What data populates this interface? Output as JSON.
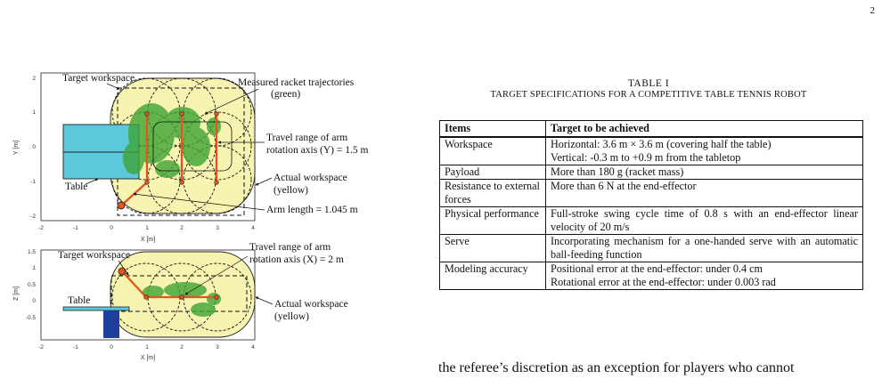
{
  "page_number": "2",
  "figure": {
    "top_plot": {
      "y_axis_label": "Y [m]",
      "x_axis_label": "X [m]",
      "x_ticks": [
        "-2",
        "-1",
        "0",
        "1",
        "2",
        "3",
        "4"
      ],
      "y_ticks": [
        "2",
        "1",
        "0",
        "-1",
        "-2"
      ],
      "annotations": {
        "target_workspace": "Target workspace",
        "measured_trajectories_1": "Measured racket trajectories",
        "measured_trajectories_2": "(green)",
        "travel_range_y_1": "Travel range of arm",
        "travel_range_y_2": "rotation axis (Y) = 1.5 m",
        "actual_workspace_1": "Actual workspace",
        "actual_workspace_2": "(yellow)",
        "table": "Table",
        "arm_length": "Arm length = 1.045 m"
      }
    },
    "bottom_plot": {
      "y_axis_label": "Z [m]",
      "x_axis_label": "X [m]",
      "x_ticks": [
        "-2",
        "-1",
        "0",
        "1",
        "2",
        "3",
        "4"
      ],
      "y_ticks": [
        "1.5",
        "1",
        "0.5",
        "0",
        "-0.5"
      ],
      "annotations": {
        "target_workspace": "Target workspace",
        "travel_range_x_1": "Travel range of arm",
        "travel_range_x_2": "rotation axis (X) = 2 m",
        "table": "Table",
        "actual_workspace_1": "Actual workspace",
        "actual_workspace_2": "(yellow)"
      }
    },
    "colors": {
      "table_fill": "#5bc8dc",
      "table_leg": "#1f3f9a",
      "workspace_fill": "#f7f3b0",
      "trajectory_green": "#3fa535",
      "arm_orange": "#e2551f"
    }
  },
  "table": {
    "number": "TABLE I",
    "title": "TARGET SPECIFICATIONS FOR A COMPETITIVE TABLE TENNIS ROBOT",
    "headers": [
      "Items",
      "Target to be achieved"
    ],
    "rows": [
      {
        "item": "Workspace",
        "lines": [
          "Horizontal: 3.6 m × 3.6 m (covering half the table)",
          "Vertical: -0.3 m to +0.9 m from the tabletop"
        ]
      },
      {
        "item": "Payload",
        "lines": [
          "More than 180 g (racket mass)"
        ]
      },
      {
        "item": "Resistance to external forces",
        "lines": [
          "More than 6 N at the end-effector"
        ]
      },
      {
        "item": "Physical performance",
        "lines": [
          "Full-stroke swing cycle time of 0.8 s with an end-effector linear velocity of 20 m/s"
        ]
      },
      {
        "item": "Serve",
        "lines": [
          "Incorporating mechanism for a one-handed serve with an automatic ball-feeding function"
        ]
      },
      {
        "item": "Modeling accuracy",
        "lines": [
          "Positional error at the end-effector: under 0.4 cm",
          "Rotational error at the end-effector: under 0.003 rad"
        ]
      }
    ]
  },
  "body_text": "the referee’s discretion as an exception for players who cannot"
}
